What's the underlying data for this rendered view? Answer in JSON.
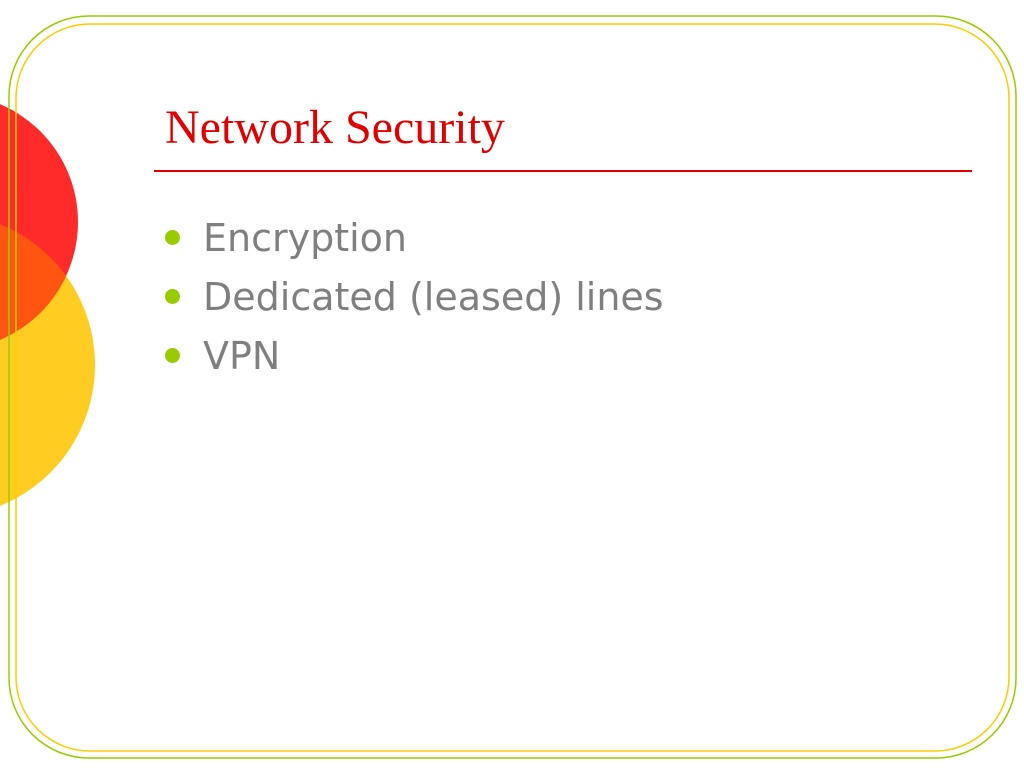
{
  "slide": {
    "title": "Network Security",
    "bullets": [
      {
        "label": "Encryption",
        "icon": "bullet-dot-icon"
      },
      {
        "label": "Dedicated (leased) lines",
        "icon": "bullet-dot-icon"
      },
      {
        "label": "VPN",
        "icon": "bullet-dot-icon"
      }
    ]
  },
  "theme": {
    "title_color": "#e00000",
    "rule_color": "#e00000",
    "text_color": "#7f7f7f",
    "bullet_color": "#99cc00",
    "frame_outer_color": "#99cc00",
    "frame_inner_color": "#ffcc00",
    "circle_red": "#ff2a2a",
    "circle_yellow": "#ffcc22",
    "circle_overlap": "#ff5511"
  }
}
